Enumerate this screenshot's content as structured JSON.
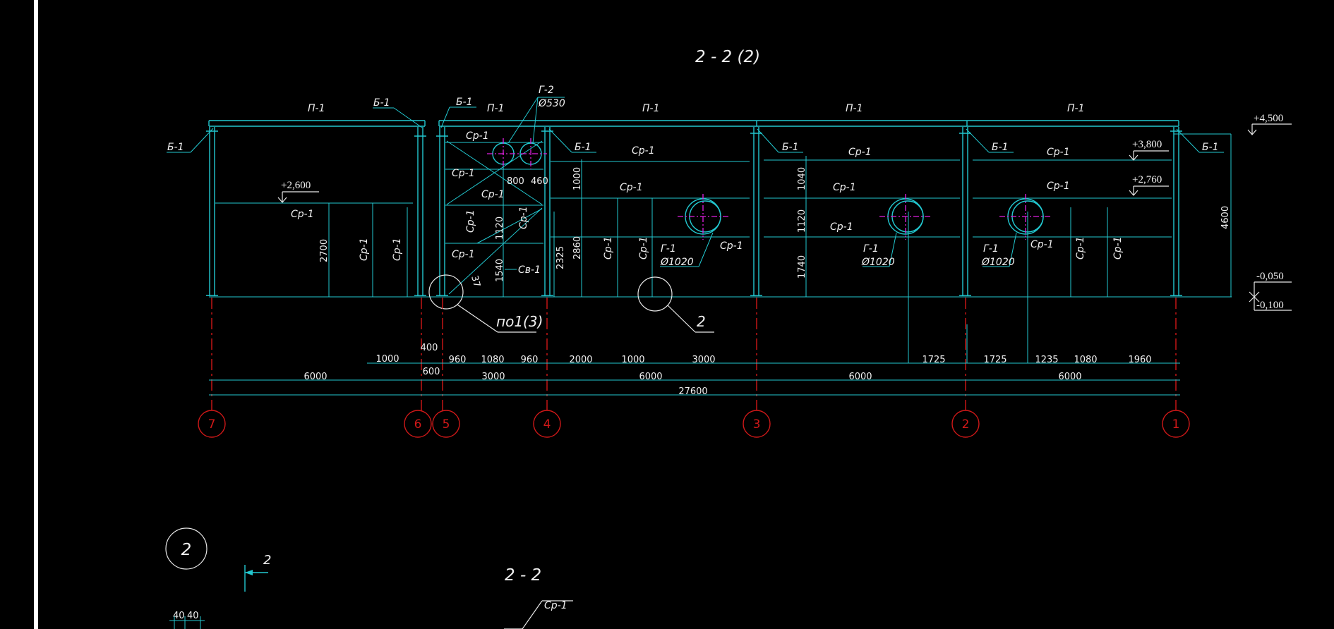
{
  "sheet": {
    "section_title": "2 - 2 (2)",
    "section_title_lower": "2 - 2",
    "detail_mark": "2",
    "section_cut_mark": "2"
  },
  "labels": {
    "p1": "П-1",
    "b1": "Б-1",
    "sr1": "Ср-1",
    "sv1": "Св-1",
    "g1": "Г-1",
    "g2": "Г-2",
    "d1020": "Ø1020",
    "d530": "Ø530",
    "node_ref": "по1(3)",
    "node_mark": "2"
  },
  "levels": {
    "l4500": "+4,500",
    "l3800": "+3,800",
    "l2760": "+2,760",
    "l2600": "+2,600",
    "lm050": "-0,050",
    "lm100": "-0,100"
  },
  "axes": [
    "7",
    "6",
    "5",
    "4",
    "3",
    "2",
    "1"
  ],
  "dims_horizontal_row1": [
    "1000",
    "400",
    "960",
    "1080",
    "960",
    "2000",
    "1000",
    "3000",
    "1725",
    "1725",
    "1235",
    "1080",
    "1960"
  ],
  "dims_horizontal_row2": [
    "6000",
    "600",
    "3000",
    "6000",
    "6000",
    "6000"
  ],
  "dims_total": "27600",
  "dims_vertical": [
    "2700",
    "1120",
    "1540",
    "2325",
    "2860",
    "1000",
    "1040",
    "1120",
    "1740",
    "4600"
  ],
  "dims_misc": [
    "800",
    "460",
    "40",
    "40",
    "37"
  ]
}
